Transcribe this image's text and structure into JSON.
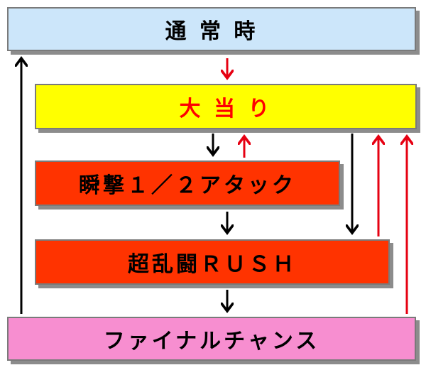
{
  "nodes": {
    "normal": {
      "label": "通 常 時",
      "fill": "#cce6fa",
      "text_color": "#000000"
    },
    "jackpot": {
      "label": "大 当 り",
      "fill": "#ffff00",
      "text_color": "#ff0000"
    },
    "shungeki": {
      "label": "瞬撃１／２アタック",
      "fill": "#ff3300",
      "text_color": "#000000"
    },
    "rush": {
      "label": "超乱闘ＲＵＳＨ",
      "fill": "#ff3300",
      "text_color": "#000000"
    },
    "final": {
      "label": "ファイナルチャンス",
      "fill": "#f78ed0",
      "text_color": "#000000"
    }
  },
  "colors": {
    "arrow_black": "#000000",
    "arrow_red": "#e60012",
    "border": "#7a7a7a",
    "shadow": "#8c8c8c"
  }
}
